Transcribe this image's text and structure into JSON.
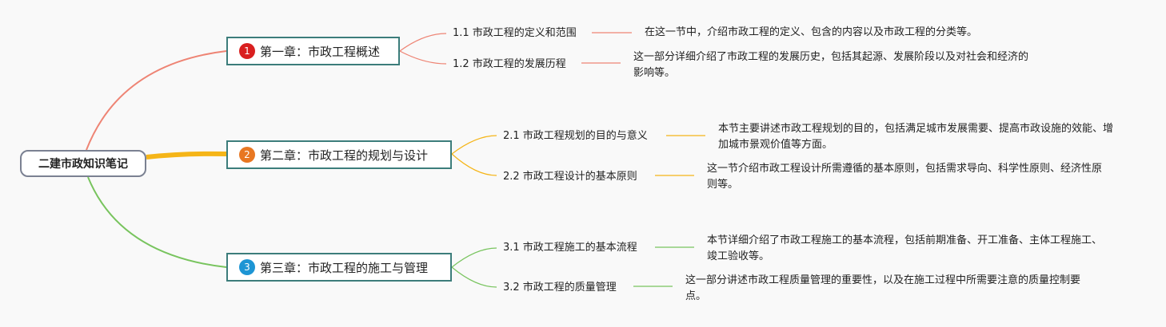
{
  "root": {
    "title": "二建市政知识笔记"
  },
  "chapters": [
    {
      "number": "1",
      "badge_color": "#d91f1f",
      "line_color": "#ee8474",
      "title": "第一章：市政工程概述",
      "sections": [
        {
          "label": "1.1 市政工程的定义和范围",
          "desc": "在这一节中，介绍市政工程的定义、包含的内容以及市政工程的分类等。"
        },
        {
          "label": "1.2 市政工程的发展历程",
          "desc": "这一部分详细介绍了市政工程的发展历史，包括其起源、发展阶段以及对社会和经济的影响等。"
        }
      ]
    },
    {
      "number": "2",
      "badge_color": "#e87722",
      "line_color": "#f5b518",
      "title": "第二章：市政工程的规划与设计",
      "sections": [
        {
          "label": "2.1 市政工程规划的目的与意义",
          "desc": "本节主要讲述市政工程规划的目的，包括满足城市发展需要、提高市政设施的效能、增加城市景观价值等方面。"
        },
        {
          "label": "2.2 市政工程设计的基本原则",
          "desc": "这一节介绍市政工程设计所需遵循的基本原则，包括需求导向、科学性原则、经济性原则等。"
        }
      ]
    },
    {
      "number": "3",
      "badge_color": "#1d95d4",
      "line_color": "#78c45e",
      "title": "第三章：市政工程的施工与管理",
      "sections": [
        {
          "label": "3.1 市政工程施工的基本流程",
          "desc": "本节详细介绍了市政工程施工的基本流程，包括前期准备、开工准备、主体工程施工、竣工验收等。"
        },
        {
          "label": "3.2 市政工程的质量管理",
          "desc": "这一部分讲述市政工程质量管理的重要性，以及在施工过程中所需要注意的质量控制要点。"
        }
      ]
    }
  ]
}
